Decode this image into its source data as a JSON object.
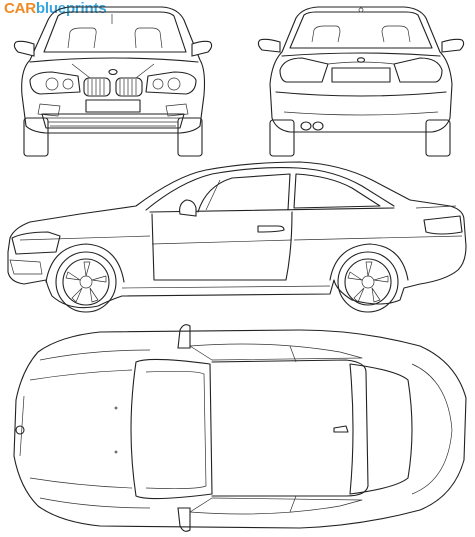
{
  "logo": {
    "part1": "CAR",
    "part2": "blueprints"
  },
  "views": [
    "front",
    "rear",
    "side",
    "top"
  ],
  "colors": {
    "logo_car": "#f08a24",
    "logo_blueprints": "#3aa6df",
    "line": "#222222",
    "background": "#ffffff"
  }
}
